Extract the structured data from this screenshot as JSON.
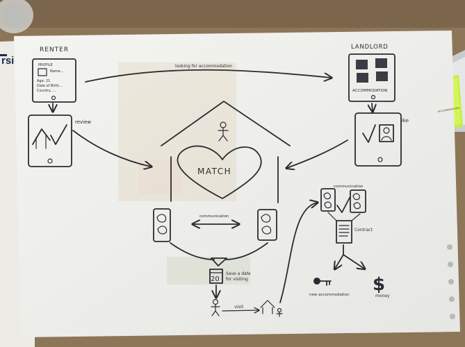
{
  "sketch": {
    "renter_label": "RENTER",
    "landlord_label": "LANDLORD",
    "arrow_top_label": "looking for accommodation",
    "review_label": "review",
    "like_label": "like",
    "match_label": "MATCH",
    "communication_left": "communication",
    "communication_right": "communication",
    "contract_label": "Contract",
    "date_number": "20",
    "date_caption_line1": "Save a date",
    "date_caption_line2": "for visiting",
    "visit_label": "visit",
    "accommodation_tile_label": "ACCOMMODATION",
    "new_accommodation_label": "new accommodation",
    "money_label": "money",
    "money_symbol": "$",
    "profile_title": "PROFILE",
    "profile_name": "Name...",
    "profile_lines": [
      "Age: 21",
      "Date of Birth...",
      "Country......"
    ]
  },
  "background": {
    "sticky_label": "ACCOMMODATION",
    "cut_off_word": "rsing"
  },
  "colors": {
    "table": "#8a7358",
    "paper": "#f1f1ee",
    "ink": "#2b2b33",
    "sticky_note": "#c6f03c"
  }
}
